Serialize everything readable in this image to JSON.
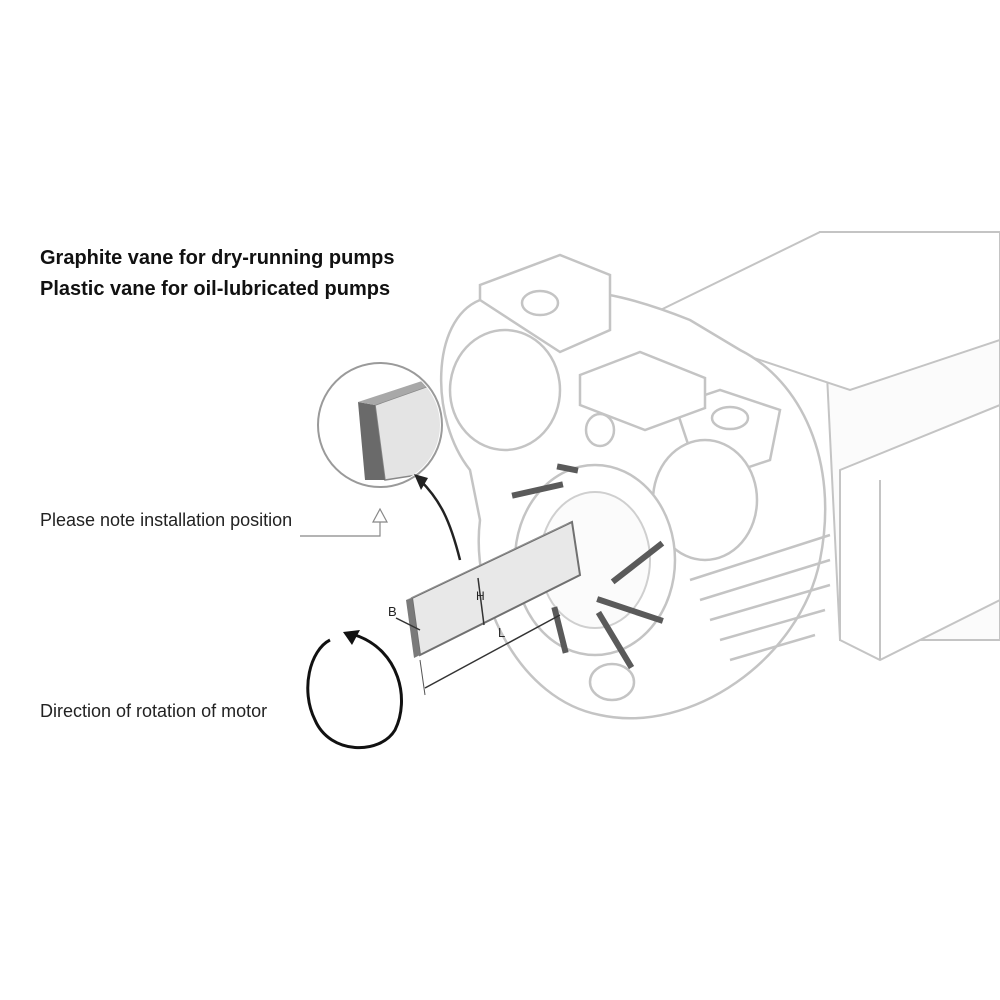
{
  "heading": {
    "line1": "Graphite vane for dry-running pumps",
    "line2": "Plastic vane for oil-lubricated pumps"
  },
  "annotations": {
    "installation": "Please note installation position",
    "rotation": "Direction of rotation of motor"
  },
  "dimensions": {
    "height": "H",
    "length": "L",
    "thickness": "B"
  },
  "colors": {
    "line": "#bdbdbd",
    "vane_face": "#e6e6e6",
    "vane_edge": "#6a6a6a",
    "arrow": "#222222"
  }
}
